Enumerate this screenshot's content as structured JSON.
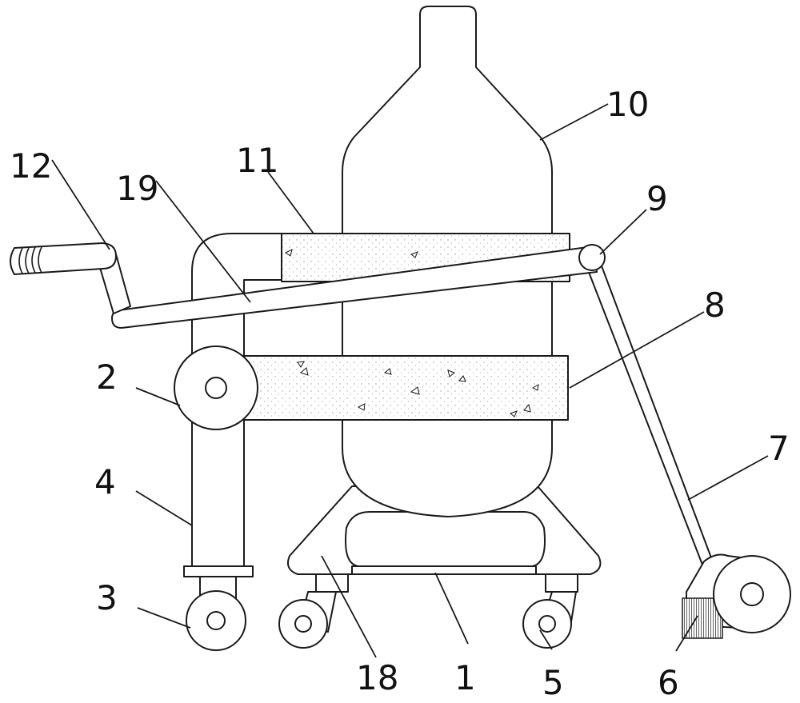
{
  "labels": {
    "l1": "1",
    "l2": "2",
    "l3": "3",
    "l4": "4",
    "l5": "5",
    "l6": "6",
    "l7": "7",
    "l8": "8",
    "l9": "9",
    "l10": "10",
    "l11": "11",
    "l12": "12",
    "l18": "18",
    "l19": "19"
  }
}
